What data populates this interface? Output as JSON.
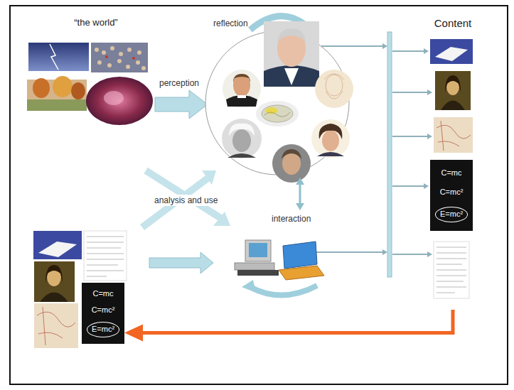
{
  "diagram": {
    "nodes": [
      {
        "text": [
          "“the world”"
        ]
      },
      {
        "text": [
          "Content"
        ]
      },
      {
        "text": [
          "C=mc",
          "C=mc²",
          "E=mc²"
        ],
        "in": 1
      },
      {
        "text": [
          "C=mc",
          "C=mc²",
          "E=mc²"
        ]
      }
    ],
    "edges": [
      {
        "from": 1,
        "to": 3,
        "arrow": "to"
      }
    ],
    "labels": [
      "reflection",
      "perception",
      "analysis and use",
      "interaction"
    ]
  }
}
